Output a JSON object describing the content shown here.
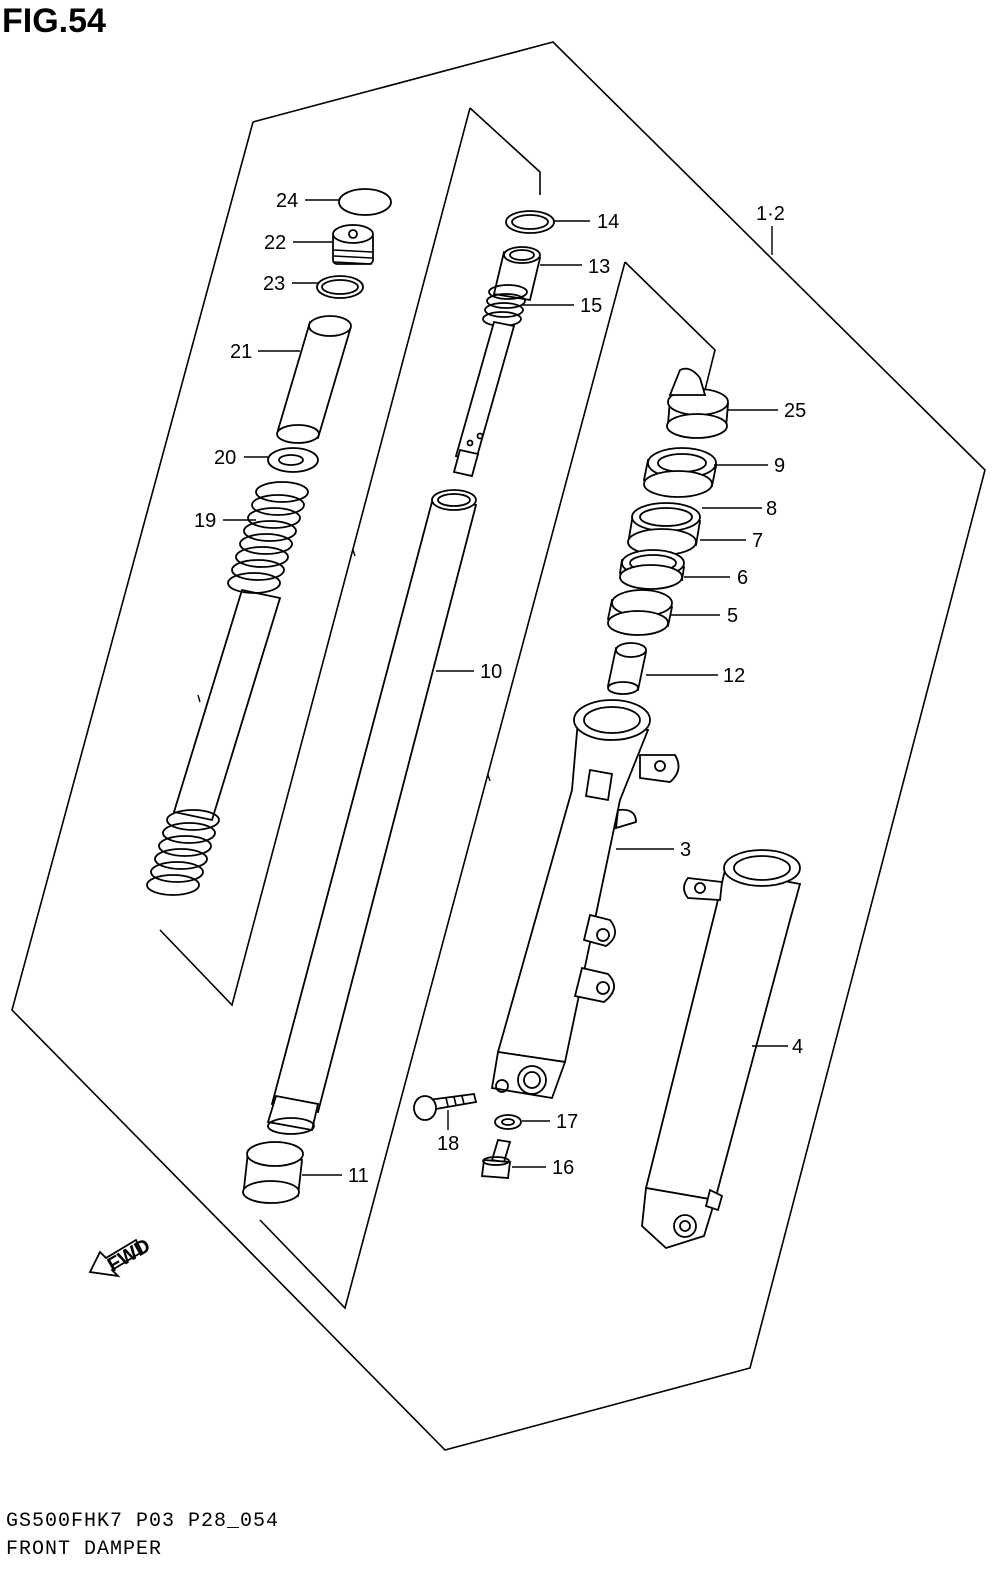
{
  "figure": {
    "title": "FIG.54",
    "code": "GS500FHK7  P03 P28_054",
    "name": "FRONT  DAMPER"
  },
  "assembly_label": "1·2",
  "direction_label": "FWD",
  "callouts": {
    "p3": "3",
    "p4": "4",
    "p5": "5",
    "p6": "6",
    "p7": "7",
    "p8": "8",
    "p9": "9",
    "p10": "10",
    "p11": "11",
    "p12": "12",
    "p13": "13",
    "p14": "14",
    "p15": "15",
    "p16": "16",
    "p17": "17",
    "p18": "18",
    "p19": "19",
    "p20": "20",
    "p21": "21",
    "p22": "22",
    "p23": "23",
    "p24": "24",
    "p25": "25"
  }
}
